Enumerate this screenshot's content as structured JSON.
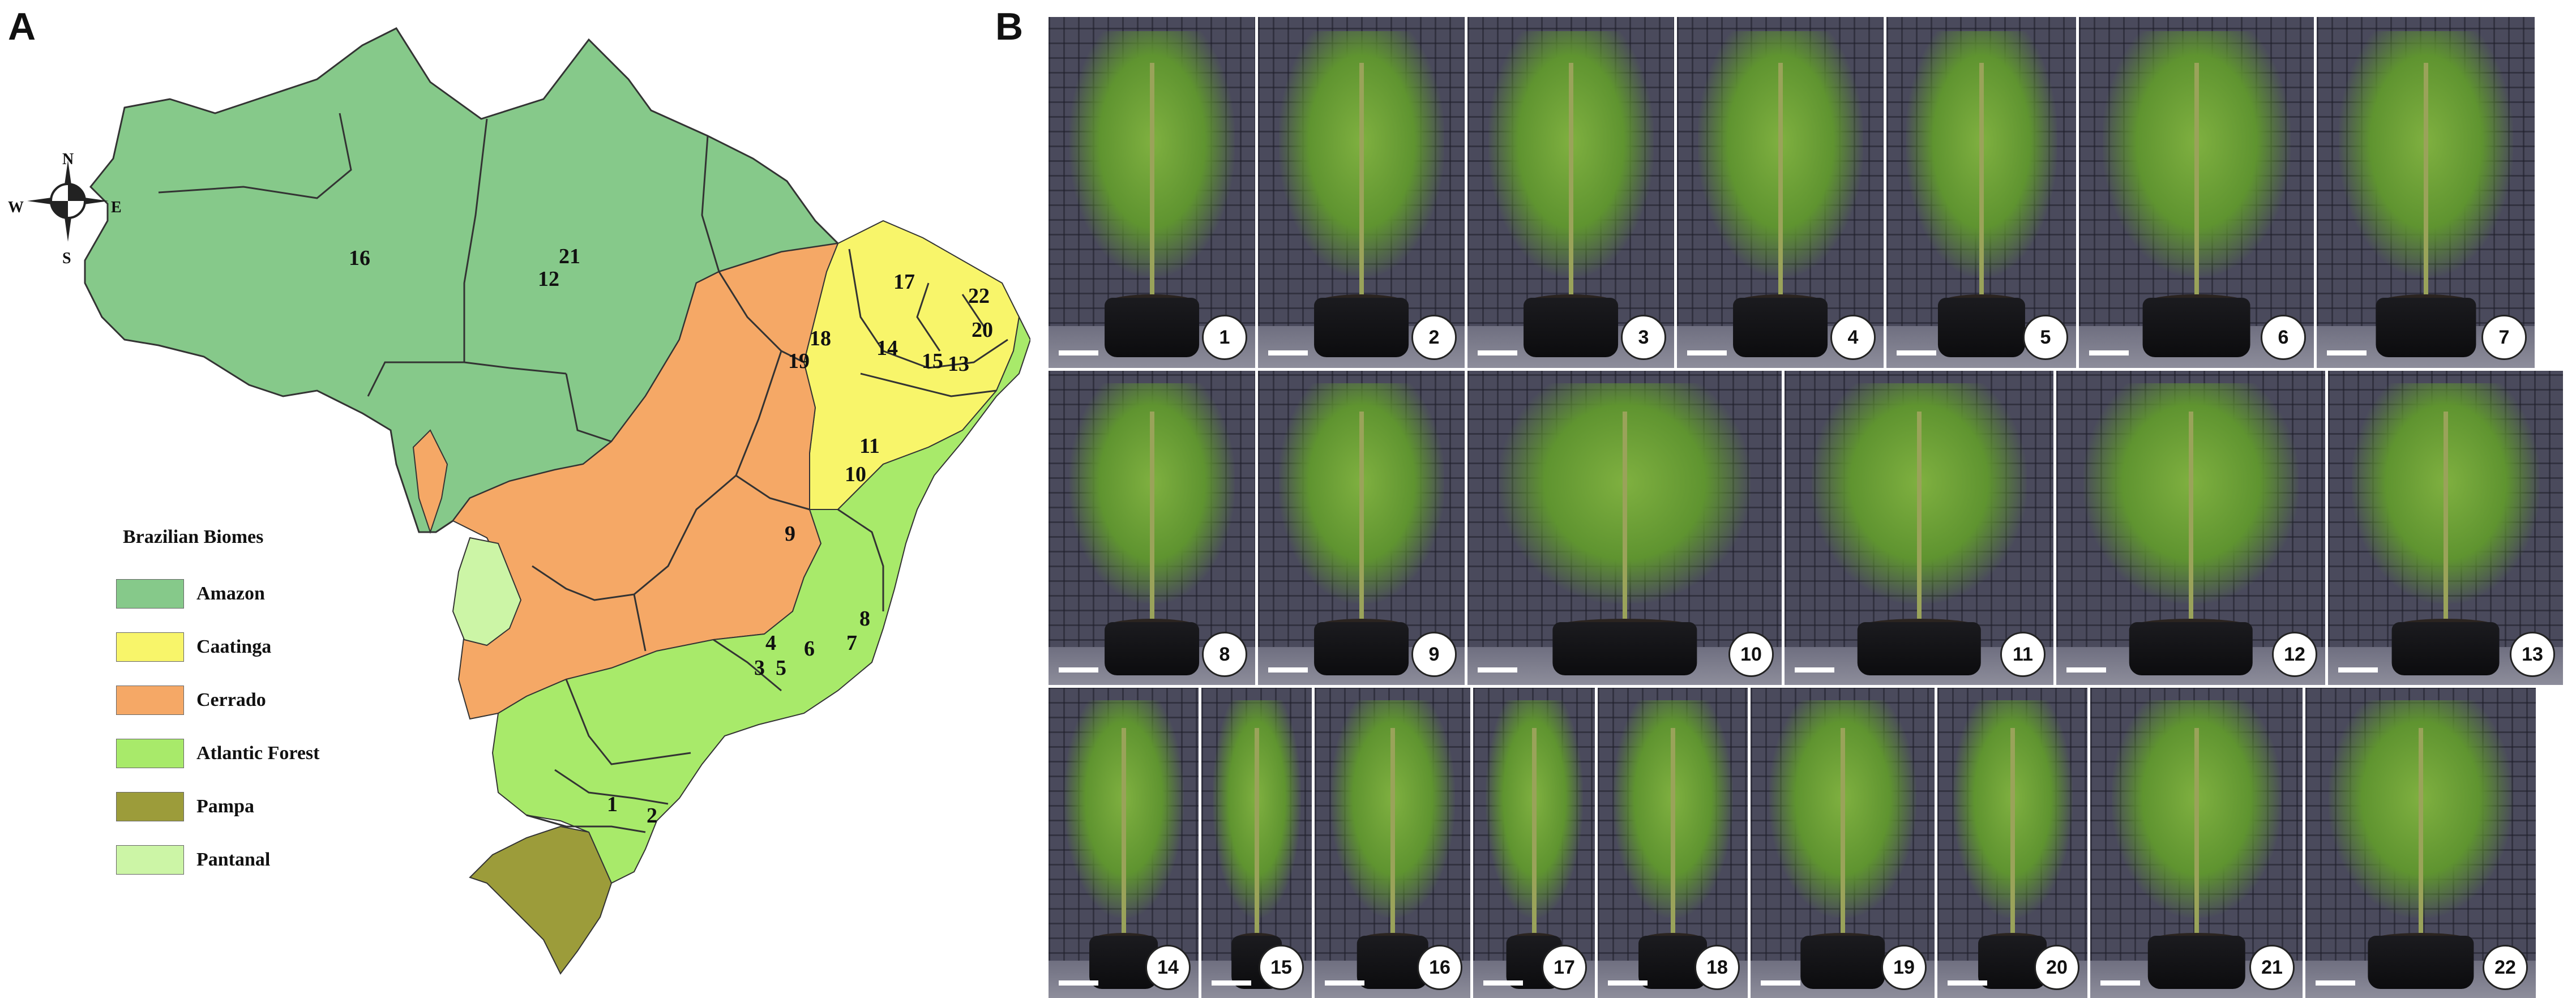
{
  "panel_a": {
    "letter": "A",
    "compass": {
      "n": "N",
      "s": "S",
      "e": "E",
      "w": "W"
    },
    "legend": {
      "title": "Brazilian Biomes",
      "items": [
        {
          "label": "Amazon",
          "color": "#86c98a"
        },
        {
          "label": "Caatinga",
          "color": "#f8f56a"
        },
        {
          "label": "Cerrado",
          "color": "#f5a866"
        },
        {
          "label": "Atlantic Forest",
          "color": "#a8ea6a"
        },
        {
          "label": "Pampa",
          "color": "#9c9c3a"
        },
        {
          "label": "Pantanal",
          "color": "#ccf5a6"
        }
      ]
    },
    "map_labels": [
      "16",
      "21",
      "12",
      "17",
      "22",
      "18",
      "20",
      "14",
      "15",
      "13",
      "19",
      "11",
      "10",
      "9",
      "8",
      "4",
      "6",
      "7",
      "3",
      "5",
      "1",
      "2"
    ]
  },
  "panel_b": {
    "letter": "B",
    "photos": [
      "1",
      "2",
      "3",
      "4",
      "5",
      "6",
      "7",
      "8",
      "9",
      "10",
      "11",
      "12",
      "13",
      "14",
      "15",
      "16",
      "17",
      "18",
      "19",
      "20",
      "21",
      "22"
    ]
  }
}
